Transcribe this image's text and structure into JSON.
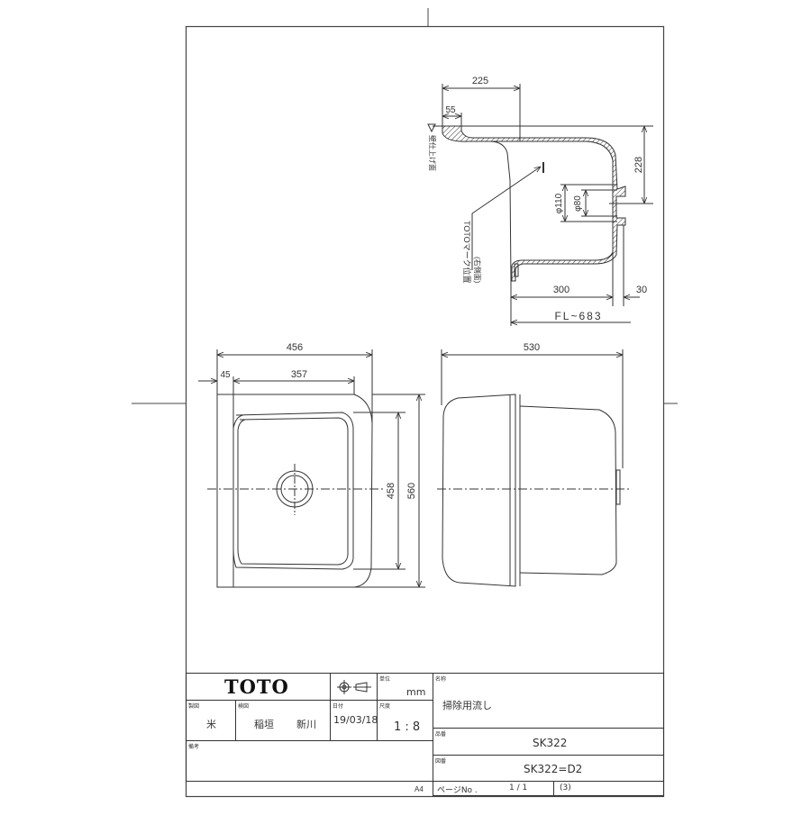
{
  "drawing": {
    "section_view": {
      "dimensions": {
        "top_width": "225",
        "wall_flange": "55",
        "drain_height": "228",
        "outer_diameter": "φ110",
        "inner_diameter": "φ80",
        "depth": "300",
        "drain_projection": "30",
        "floor_level": "FL~683"
      },
      "labels": {
        "wall_finish_face": "壁仕上げ面",
        "logo_position": "TOTOマーク位置",
        "logo_position_note": "(右側面)"
      }
    },
    "plan_view": {
      "dimensions": {
        "overall_width": "456",
        "flange_width": "45",
        "bowl_width": "357",
        "bowl_depth": "458",
        "overall_depth": "560"
      }
    },
    "side_view": {
      "dimensions": {
        "overall_length": "530"
      }
    }
  },
  "title_block": {
    "brand": "TOTO",
    "projection_symbol": "third-angle-projection-icon",
    "unit_label": "単位",
    "unit_value": "mm",
    "drafter_label": "製図",
    "drafter_value": "米",
    "checker_label": "検図",
    "checker_value_1": "稲垣",
    "checker_value_2": "新川",
    "date_label": "日付",
    "date_value": "19/03/18",
    "scale_label": "尺度",
    "scale_value": "1 : 8",
    "remarks_label": "備考",
    "remarks_value": "",
    "name_label": "名称",
    "name_value": "掃除用流し",
    "product_no_label": "品番",
    "product_no_value": "SK322",
    "drawing_no_label": "図番",
    "drawing_no_value": "SK322=D2",
    "paper_size": "A4",
    "page_label": "ページNo  .",
    "page_value": "1 / 1",
    "page_suffix": "(3)"
  },
  "colors": {
    "line": "#333333",
    "background": "#ffffff"
  }
}
